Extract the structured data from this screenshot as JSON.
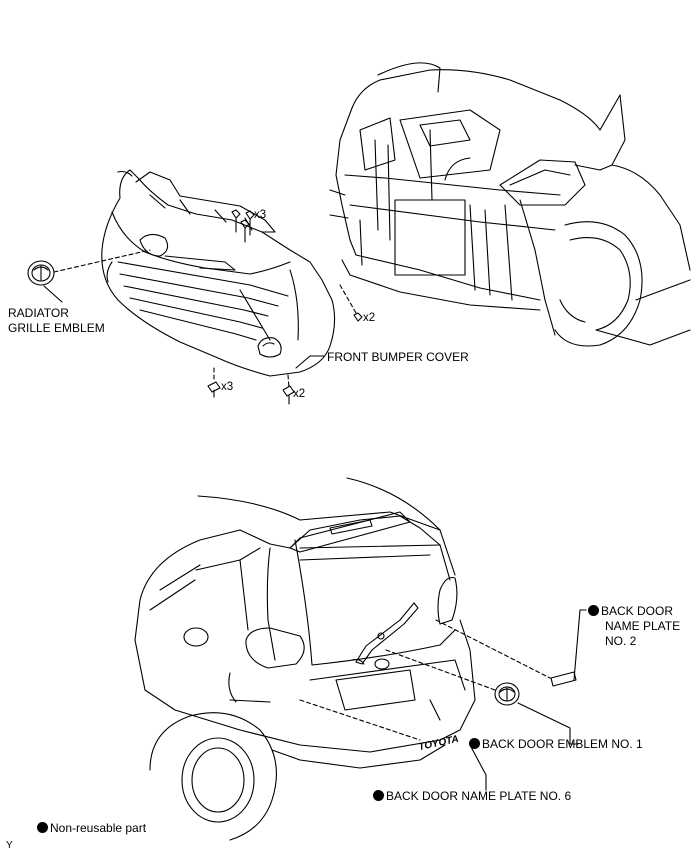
{
  "labels": {
    "radiator_line1": "RADIATOR",
    "radiator_line2": "GRILLE EMBLEM",
    "front_bumper_cover": "FRONT BUMPER COVER",
    "back_door_plate_no2_line1": "BACK DOOR",
    "back_door_plate_no2_line2": "NAME PLATE",
    "back_door_plate_no2_line3": "NO. 2",
    "back_door_emblem_no1": "BACK DOOR EMBLEM NO. 1",
    "back_door_plate_no6": "BACK DOOR NAME PLATE NO. 6",
    "legend_non_reusable": "Non-reusable part",
    "emblem_lettering": "TOYOTA",
    "figure_code": "Y"
  },
  "counts": {
    "clip_top": "x3",
    "clip_right": "x2",
    "screw_bottom_left": "x3",
    "screw_bottom_right": "x2"
  },
  "colors": {
    "line": "#000000",
    "background": "#ffffff",
    "marker": "#000000"
  }
}
